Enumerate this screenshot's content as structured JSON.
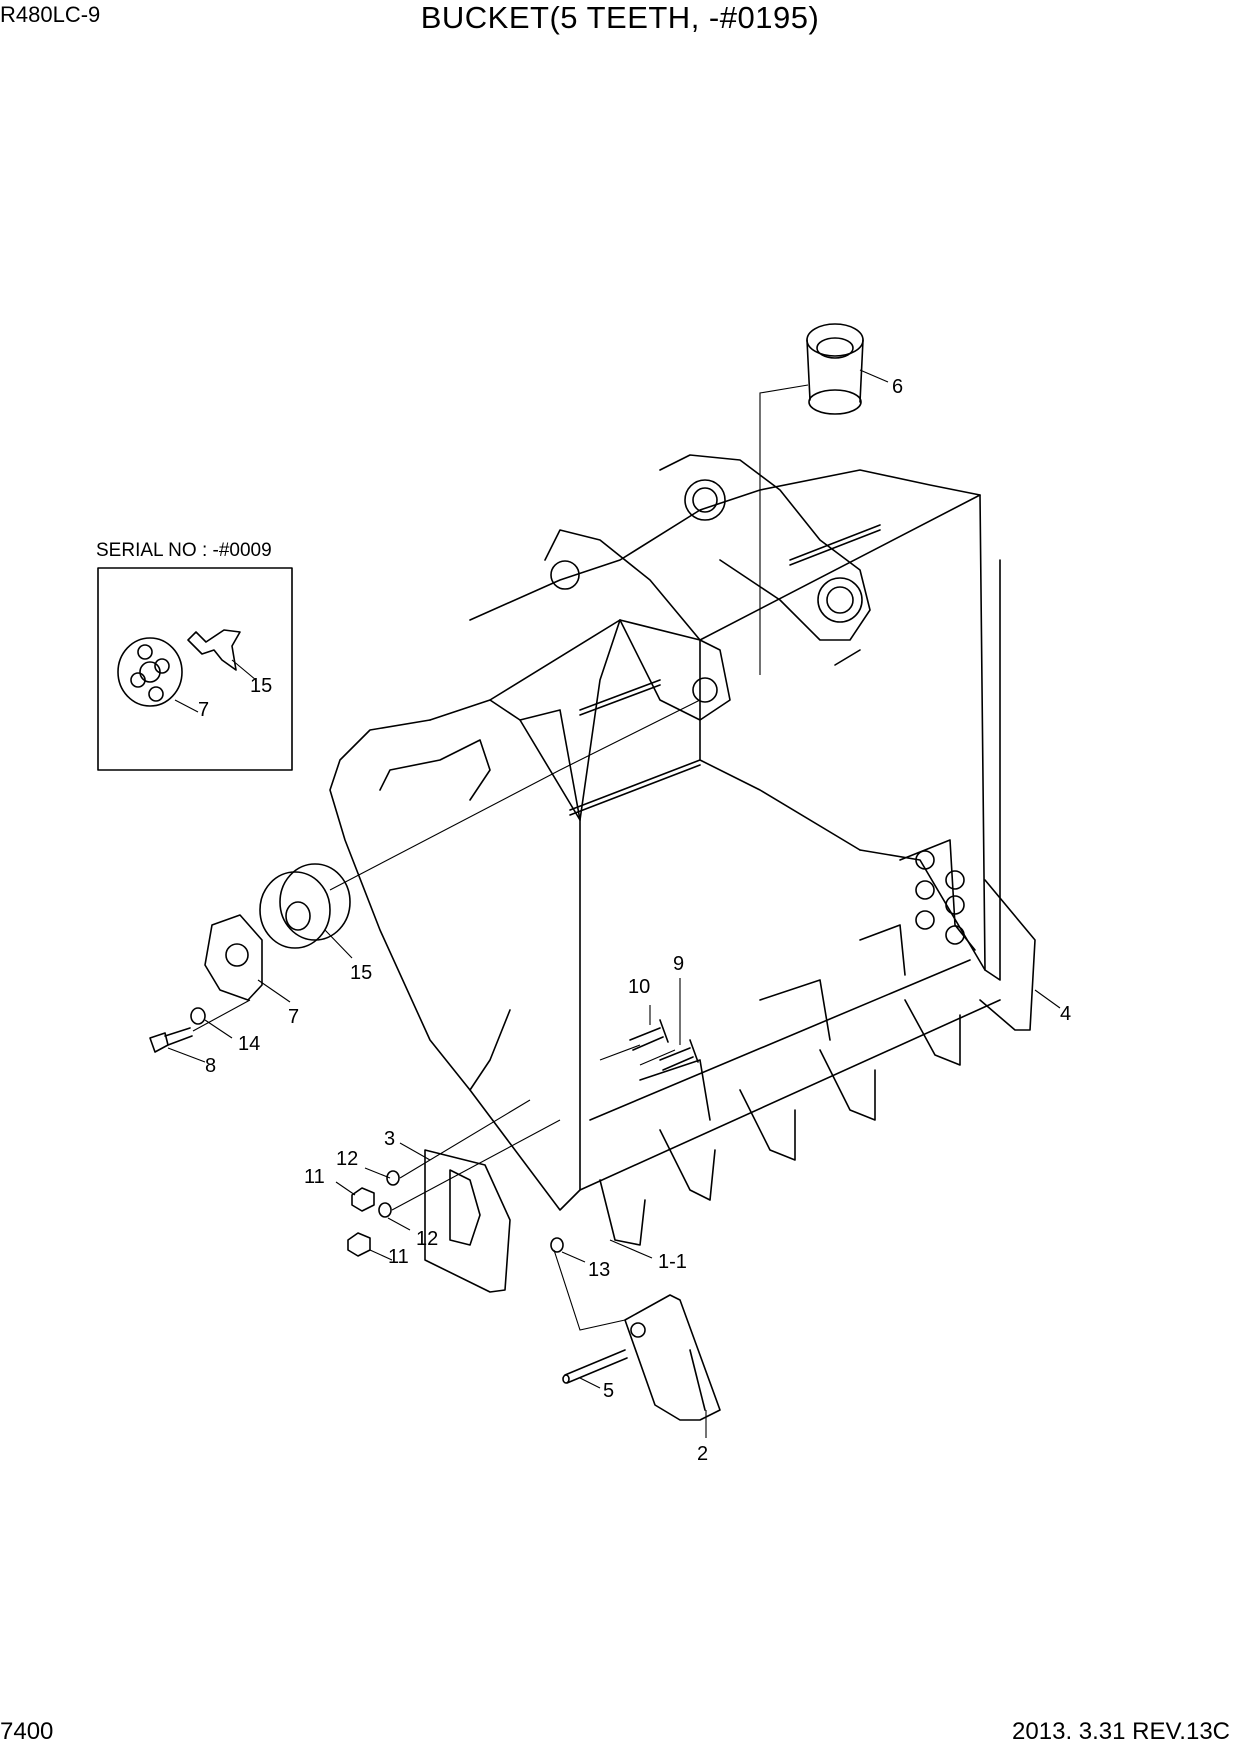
{
  "header": {
    "model": "R480LC-9",
    "title": "BUCKET(5 TEETH, -#0195)"
  },
  "inset": {
    "caption": "SERIAL NO : -#0009",
    "labels": [
      "15",
      "7"
    ]
  },
  "callouts": [
    "6",
    "15",
    "7",
    "14",
    "8",
    "10",
    "9",
    "4",
    "3",
    "12",
    "11",
    "12",
    "11",
    "13",
    "1-1",
    "5",
    "2"
  ],
  "footer": {
    "page": "7400",
    "revision": "2013. 3.31  REV.13C"
  }
}
